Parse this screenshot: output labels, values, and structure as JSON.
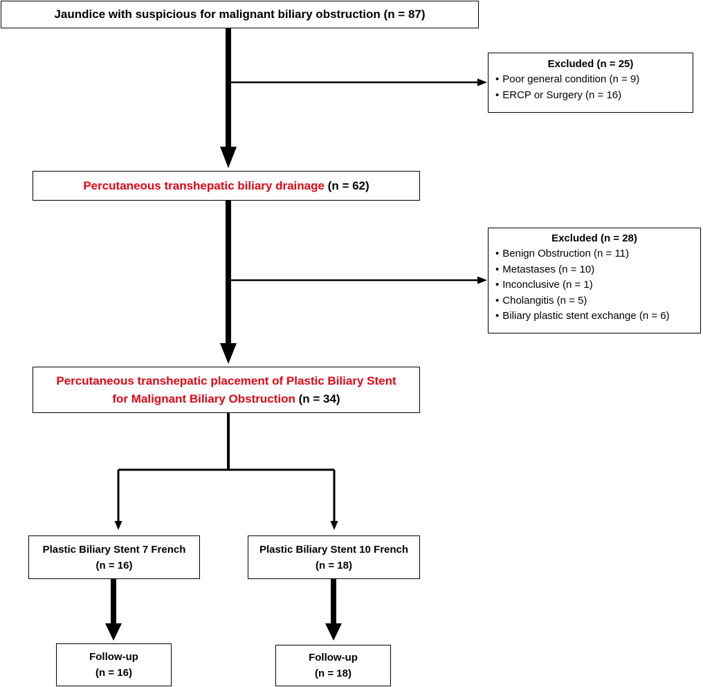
{
  "diagram": {
    "start": {
      "text": "Jaundice with suspicious  for malignant biliary  obstruction",
      "count": "(n = 87)"
    },
    "exclusion_1": {
      "title": "Excluded (n = 25)",
      "items": [
        "Poor general condition (n = 9)",
        "ERCP or Surgery (n = 16)"
      ]
    },
    "ptbd": {
      "text": "Percutaneous  transhepatic  biliary drainage",
      "count": "(n = 62)"
    },
    "exclusion_2": {
      "title": "Excluded (n = 28)",
      "items": [
        "Benign Obstruction (n = 11)",
        "Metastases (n = 10)",
        "Inconclusive (n = 1)",
        "Cholangitis (n = 5)",
        "Biliary plastic stent exchange (n = 6)"
      ]
    },
    "placement": {
      "line1": "Percutaneous  transhepatic  placement of Plastic Biliary Stent",
      "line2": "for Malignant  Biliary  Obstruction",
      "count": "(n = 34)"
    },
    "arm_7f": {
      "label": "Plastic Biliary Stent 7 French",
      "count": "(n = 16)"
    },
    "arm_10f": {
      "label": "Plastic Biliary Stent 10 French",
      "count": "(n = 18)"
    },
    "followup_7f": {
      "label": "Follow-up",
      "count": "(n = 16)"
    },
    "followup_10f": {
      "label": "Follow-up",
      "count": "(n = 18)"
    }
  },
  "colors": {
    "highlight": "#e30613",
    "line": "#000000",
    "background": "#ffffff"
  }
}
